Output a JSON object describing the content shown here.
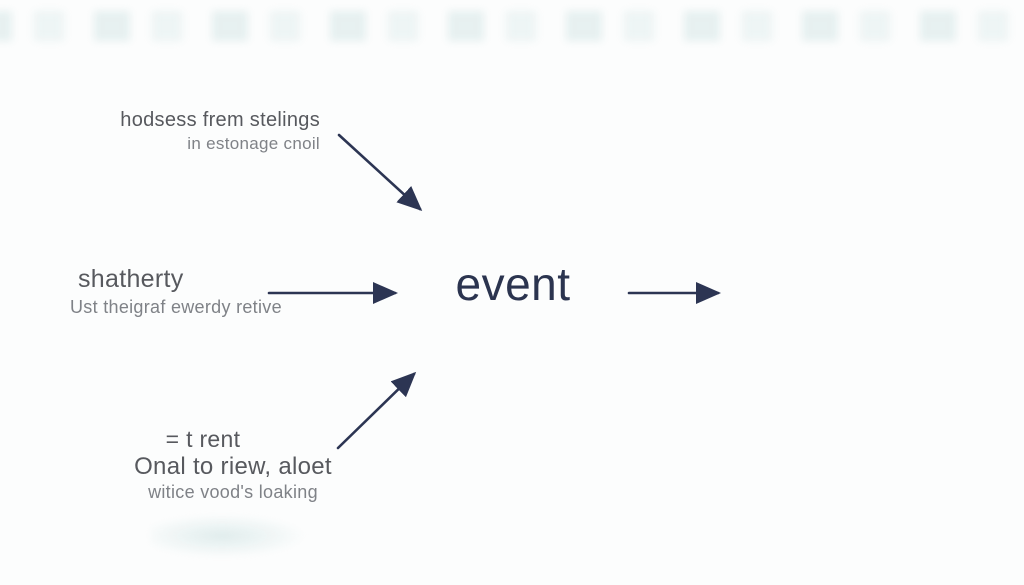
{
  "diagram": {
    "center_label": "event",
    "annotations": {
      "top_left": {
        "line1": "hodsess frem stelings",
        "line2": "in estonage cnoil"
      },
      "middle_left": {
        "line1": "shatherty",
        "line2": "Ust theigraf ewerdy retive"
      },
      "bottom_left": {
        "line1": "= t rent",
        "line2": "Onal to riew, aloet",
        "line3": "witice vood's loaking"
      }
    },
    "icons": {
      "top_left": "arrow-down-right-icon",
      "middle_left": "arrow-right-icon",
      "bottom_left": "arrow-up-right-icon",
      "output": "arrow-right-icon"
    },
    "colors": {
      "arrow": "#2c3553",
      "center_text": "#2b344f",
      "label_primary": "#57595e",
      "label_secondary": "#7f8287",
      "background": "#fcfdfd"
    }
  }
}
